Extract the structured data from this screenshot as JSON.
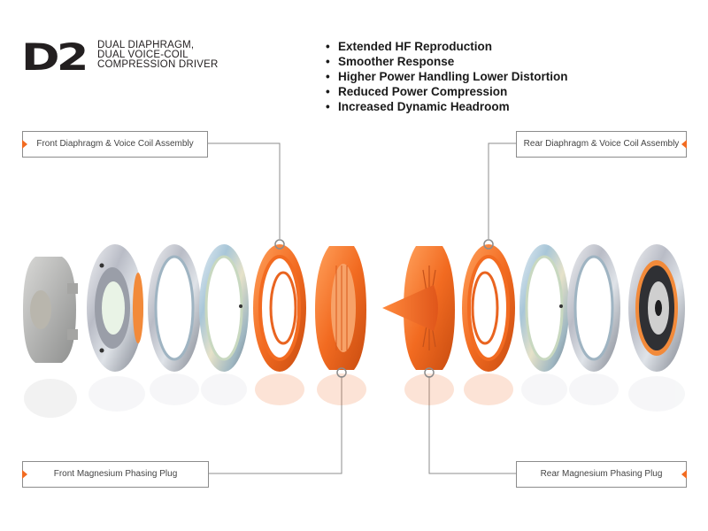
{
  "header": {
    "logo_mark": "D2",
    "subtitle_lines": [
      "DUAL DIAPHRAGM,",
      "DUAL VOICE-COIL",
      "COMPRESSION DRIVER"
    ]
  },
  "features": [
    "Extended HF Reproduction",
    "Smoother Response",
    "Higher Power Handling Lower Distortion",
    "Reduced Power Compression",
    "Increased Dynamic Headroom"
  ],
  "callouts": {
    "front_diaphragm": "Front Diaphragm & Voice Coil Assembly",
    "rear_diaphragm": "Rear Diaphragm & Voice Coil Assembly",
    "front_plug": "Front Magnesium Phasing Plug",
    "rear_plug": "Rear Magnesium Phasing Plug"
  },
  "colors": {
    "accent_orange": "#f26b21",
    "text_dark": "#231f20",
    "leader_line": "#8c8c8c",
    "metal_light": "#e8e8ec",
    "metal_mid": "#b7b9c2",
    "metal_dark": "#6f7480"
  }
}
